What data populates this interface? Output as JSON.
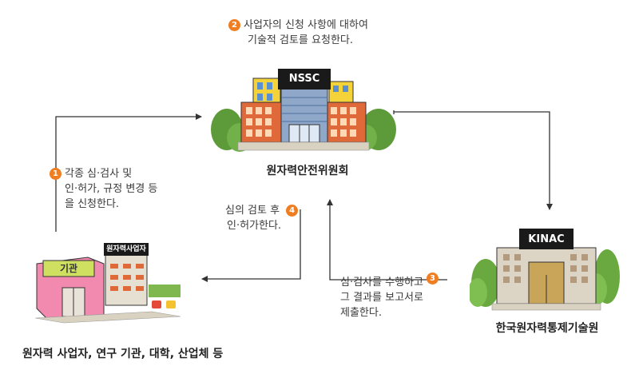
{
  "nodes": {
    "nssc": {
      "sign": "NSSC",
      "label": "원자력안전위원회"
    },
    "kinac": {
      "sign": "KINAC",
      "label": "한국원자력통제기술원"
    },
    "operators": {
      "sign": "기관",
      "sign2": "원자력사업자",
      "label": "원자력 사업자, 연구 기관, 대학, 산업체 등"
    }
  },
  "steps": [
    {
      "num": "1",
      "lines": [
        "각종 심·검사 및",
        "인·허가, 규정 변경 등",
        "을 신청한다."
      ]
    },
    {
      "num": "2",
      "lines": [
        "사업자의 신청 사항에 대하여",
        "기술적 검토를 요청한다."
      ]
    },
    {
      "num": "3",
      "lines": [
        "심·검사를 수행하고",
        "그 결과를 보고서로",
        "제출한다."
      ]
    },
    {
      "num": "4",
      "lines": [
        "심의 검토 후",
        "인·허가한다."
      ]
    }
  ],
  "colors": {
    "step_badge": "#ef7d22",
    "arrow": "#333333"
  }
}
